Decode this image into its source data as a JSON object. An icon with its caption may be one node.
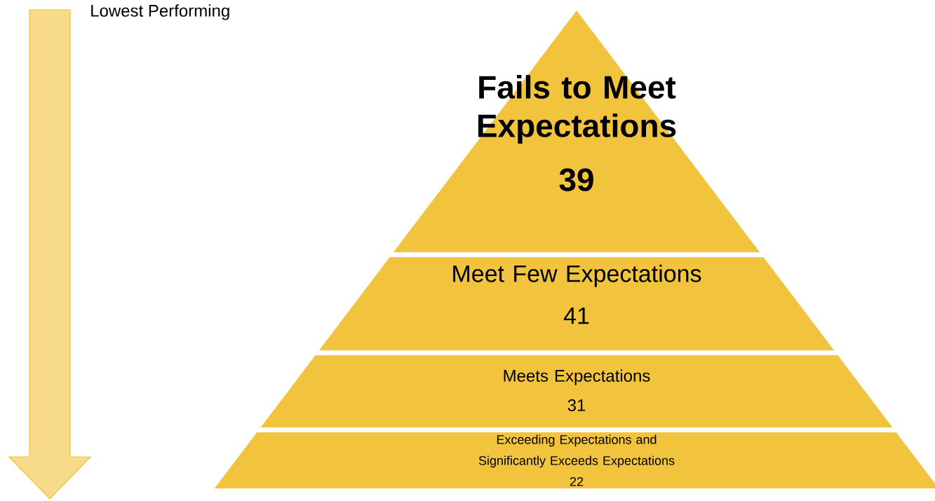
{
  "diagram": {
    "nodes": [
      {
        "text": [
          "Fails to Meet Expectations",
          "39"
        ]
      },
      {
        "text": [
          "Meet Few Expectations",
          "41"
        ]
      },
      {
        "text": [
          "Meets Expectations",
          "31"
        ]
      },
      {
        "text": [
          "Exceeding Expectations and Significantly Exceeds Expectations",
          "22"
        ]
      }
    ],
    "labels": [
      "Lowest Performing"
    ]
  }
}
